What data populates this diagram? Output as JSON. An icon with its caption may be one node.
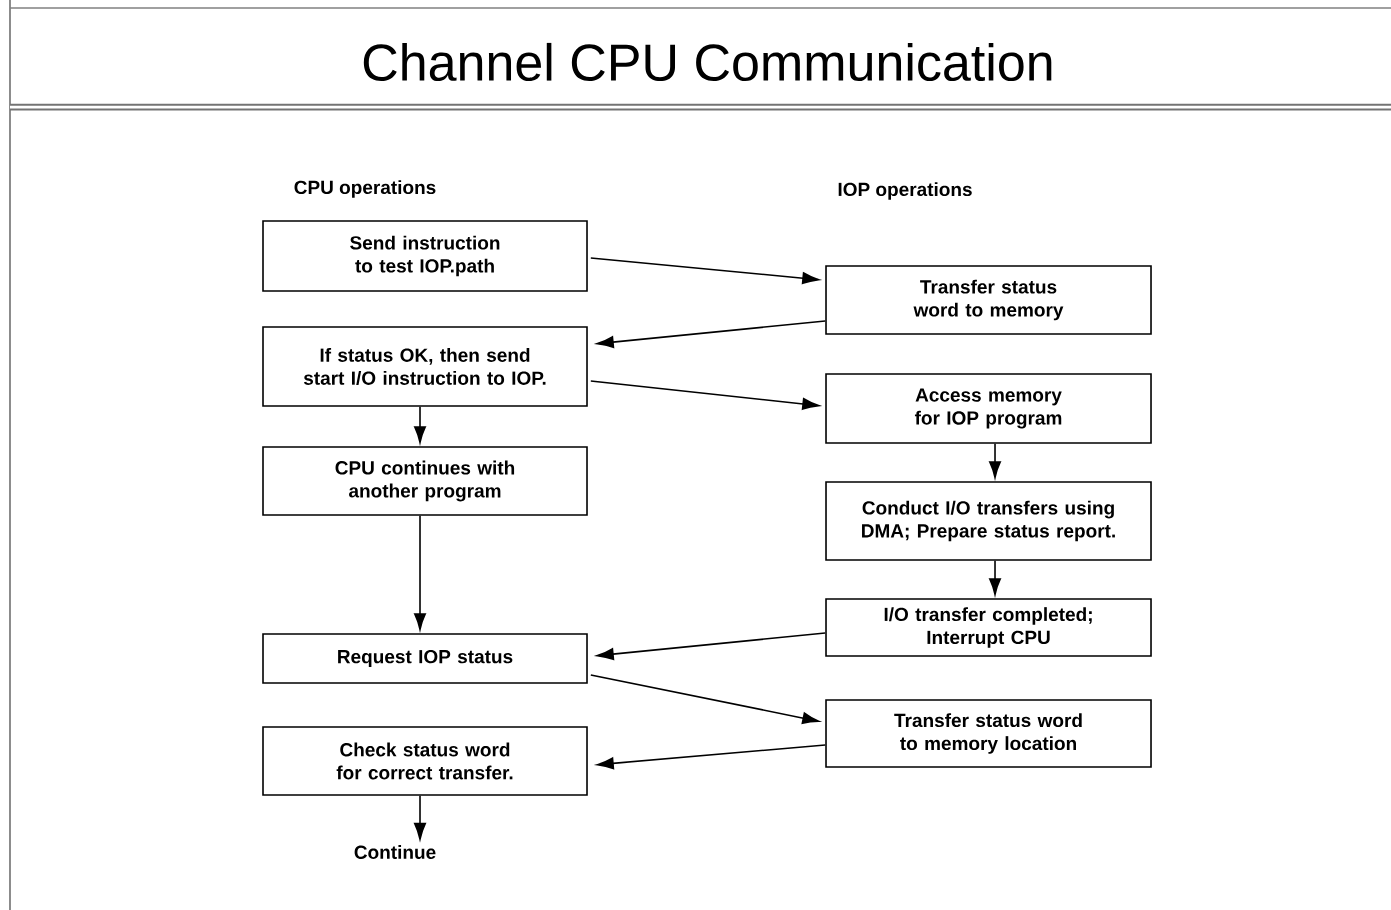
{
  "diagram": {
    "title": "Channel CPU Communication",
    "nodes": [
      {
        "text": [
          "Send instruction to test IOP.path"
        ]
      },
      {
        "text": [
          "Transfer status word to memory"
        ]
      },
      {
        "text": [
          "If status OK, then send start I/O instruction to IOP."
        ]
      },
      {
        "text": [
          "Access memory for IOP program"
        ]
      },
      {
        "text": [
          "CPU continues with another program"
        ]
      },
      {
        "text": [
          "Conduct I/O transfers using DMA; Prepare status report."
        ]
      },
      {
        "text": [
          "I/O transfer completed; Interrupt CPU"
        ]
      },
      {
        "text": [
          "Request IOP status"
        ]
      },
      {
        "text": [
          "Transfer status word to memory location"
        ]
      },
      {
        "text": [
          "Check status word for correct transfer."
        ]
      },
      {
        "text": [
          "Continue"
        ]
      }
    ],
    "edges": [
      {
        "from": 0,
        "to": 1,
        "arrow": "to"
      },
      {
        "from": 1,
        "to": 2,
        "arrow": "to"
      },
      {
        "from": 2,
        "to": 3,
        "arrow": "to"
      },
      {
        "from": 2,
        "to": 4,
        "arrow": "to"
      },
      {
        "from": 3,
        "to": 5,
        "arrow": "to"
      },
      {
        "from": 5,
        "to": 6,
        "arrow": "to"
      },
      {
        "from": 4,
        "to": 7,
        "arrow": "to"
      },
      {
        "from": 6,
        "to": 7,
        "arrow": "to"
      },
      {
        "from": 7,
        "to": 8,
        "arrow": "to"
      },
      {
        "from": 8,
        "to": 9,
        "arrow": "to"
      },
      {
        "from": 9,
        "to": 10,
        "arrow": "to"
      }
    ],
    "labels": [
      "CPU operations",
      "IOP operations"
    ]
  }
}
